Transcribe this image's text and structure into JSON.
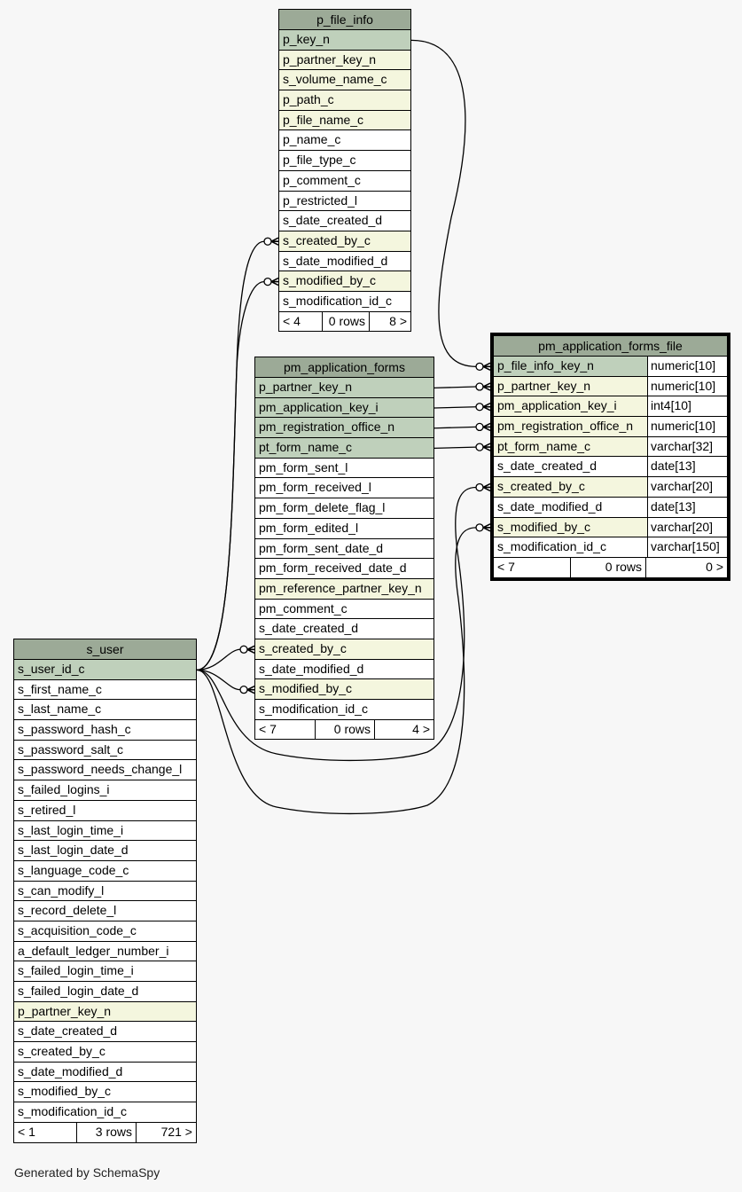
{
  "colors": {
    "background": "#f7f7f7",
    "header": "#9caa97",
    "primary_key": "#bfd0bb",
    "foreign_key": "#f4f6de",
    "plain": "#ffffff",
    "line": "#000000"
  },
  "tables": {
    "p_file_info": {
      "name": "p_file_info",
      "columns": [
        {
          "name": "p_key_n",
          "kind": "pk"
        },
        {
          "name": "p_partner_key_n",
          "kind": "fk"
        },
        {
          "name": "s_volume_name_c",
          "kind": "fk"
        },
        {
          "name": "p_path_c",
          "kind": "fk"
        },
        {
          "name": "p_file_name_c",
          "kind": "fk"
        },
        {
          "name": "p_name_c",
          "kind": "plain"
        },
        {
          "name": "p_file_type_c",
          "kind": "plain"
        },
        {
          "name": "p_comment_c",
          "kind": "plain"
        },
        {
          "name": "p_restricted_l",
          "kind": "plain"
        },
        {
          "name": "s_date_created_d",
          "kind": "plain"
        },
        {
          "name": "s_created_by_c",
          "kind": "fk"
        },
        {
          "name": "s_date_modified_d",
          "kind": "plain"
        },
        {
          "name": "s_modified_by_c",
          "kind": "fk"
        },
        {
          "name": "s_modification_id_c",
          "kind": "plain"
        }
      ],
      "footer": {
        "parents": "< 4",
        "rows": "0 rows",
        "children": "8 >"
      }
    },
    "pm_application_forms": {
      "name": "pm_application_forms",
      "columns": [
        {
          "name": "p_partner_key_n",
          "kind": "pk"
        },
        {
          "name": "pm_application_key_i",
          "kind": "pk"
        },
        {
          "name": "pm_registration_office_n",
          "kind": "pk"
        },
        {
          "name": "pt_form_name_c",
          "kind": "pk"
        },
        {
          "name": "pm_form_sent_l",
          "kind": "plain"
        },
        {
          "name": "pm_form_received_l",
          "kind": "plain"
        },
        {
          "name": "pm_form_delete_flag_l",
          "kind": "plain"
        },
        {
          "name": "pm_form_edited_l",
          "kind": "plain"
        },
        {
          "name": "pm_form_sent_date_d",
          "kind": "plain"
        },
        {
          "name": "pm_form_received_date_d",
          "kind": "plain"
        },
        {
          "name": "pm_reference_partner_key_n",
          "kind": "fk"
        },
        {
          "name": "pm_comment_c",
          "kind": "plain"
        },
        {
          "name": "s_date_created_d",
          "kind": "plain"
        },
        {
          "name": "s_created_by_c",
          "kind": "fk"
        },
        {
          "name": "s_date_modified_d",
          "kind": "plain"
        },
        {
          "name": "s_modified_by_c",
          "kind": "fk"
        },
        {
          "name": "s_modification_id_c",
          "kind": "plain"
        }
      ],
      "footer": {
        "parents": "< 7",
        "rows": "0 rows",
        "children": "4 >"
      }
    },
    "pm_application_forms_file": {
      "name": "pm_application_forms_file",
      "columns": [
        {
          "name": "p_file_info_key_n",
          "type": "numeric[10]",
          "kind": "pk"
        },
        {
          "name": "p_partner_key_n",
          "type": "numeric[10]",
          "kind": "fk"
        },
        {
          "name": "pm_application_key_i",
          "type": "int4[10]",
          "kind": "fk"
        },
        {
          "name": "pm_registration_office_n",
          "type": "numeric[10]",
          "kind": "fk"
        },
        {
          "name": "pt_form_name_c",
          "type": "varchar[32]",
          "kind": "fk"
        },
        {
          "name": "s_date_created_d",
          "type": "date[13]",
          "kind": "plain"
        },
        {
          "name": "s_created_by_c",
          "type": "varchar[20]",
          "kind": "fk"
        },
        {
          "name": "s_date_modified_d",
          "type": "date[13]",
          "kind": "plain"
        },
        {
          "name": "s_modified_by_c",
          "type": "varchar[20]",
          "kind": "fk"
        },
        {
          "name": "s_modification_id_c",
          "type": "varchar[150]",
          "kind": "plain"
        }
      ],
      "footer": {
        "parents": "< 7",
        "rows": "0 rows",
        "children": "0 >"
      }
    },
    "s_user": {
      "name": "s_user",
      "columns": [
        {
          "name": "s_user_id_c",
          "kind": "pk"
        },
        {
          "name": "s_first_name_c",
          "kind": "plain"
        },
        {
          "name": "s_last_name_c",
          "kind": "plain"
        },
        {
          "name": "s_password_hash_c",
          "kind": "plain"
        },
        {
          "name": "s_password_salt_c",
          "kind": "plain"
        },
        {
          "name": "s_password_needs_change_l",
          "kind": "plain"
        },
        {
          "name": "s_failed_logins_i",
          "kind": "plain"
        },
        {
          "name": "s_retired_l",
          "kind": "plain"
        },
        {
          "name": "s_last_login_time_i",
          "kind": "plain"
        },
        {
          "name": "s_last_login_date_d",
          "kind": "plain"
        },
        {
          "name": "s_language_code_c",
          "kind": "plain"
        },
        {
          "name": "s_can_modify_l",
          "kind": "plain"
        },
        {
          "name": "s_record_delete_l",
          "kind": "plain"
        },
        {
          "name": "s_acquisition_code_c",
          "kind": "plain"
        },
        {
          "name": "a_default_ledger_number_i",
          "kind": "plain"
        },
        {
          "name": "s_failed_login_time_i",
          "kind": "plain"
        },
        {
          "name": "s_failed_login_date_d",
          "kind": "plain"
        },
        {
          "name": "p_partner_key_n",
          "kind": "fk"
        },
        {
          "name": "s_date_created_d",
          "kind": "plain"
        },
        {
          "name": "s_created_by_c",
          "kind": "plain"
        },
        {
          "name": "s_date_modified_d",
          "kind": "plain"
        },
        {
          "name": "s_modified_by_c",
          "kind": "plain"
        },
        {
          "name": "s_modification_id_c",
          "kind": "plain"
        }
      ],
      "footer": {
        "parents": "< 1",
        "rows": "3 rows",
        "children": "721 >"
      }
    }
  },
  "relationships": [
    {
      "from": "p_file_info.p_key_n",
      "to": "pm_application_forms_file.p_file_info_key_n"
    },
    {
      "from": "pm_application_forms.p_partner_key_n",
      "to": "pm_application_forms_file.p_partner_key_n"
    },
    {
      "from": "pm_application_forms.pm_application_key_i",
      "to": "pm_application_forms_file.pm_application_key_i"
    },
    {
      "from": "pm_application_forms.pm_registration_office_n",
      "to": "pm_application_forms_file.pm_registration_office_n"
    },
    {
      "from": "pm_application_forms.pt_form_name_c",
      "to": "pm_application_forms_file.pt_form_name_c"
    },
    {
      "from": "s_user.s_user_id_c",
      "to": "p_file_info.s_created_by_c"
    },
    {
      "from": "s_user.s_user_id_c",
      "to": "p_file_info.s_modified_by_c"
    },
    {
      "from": "s_user.s_user_id_c",
      "to": "pm_application_forms.s_created_by_c"
    },
    {
      "from": "s_user.s_user_id_c",
      "to": "pm_application_forms.s_modified_by_c"
    },
    {
      "from": "s_user.s_user_id_c",
      "to": "pm_application_forms_file.s_created_by_c"
    },
    {
      "from": "s_user.s_user_id_c",
      "to": "pm_application_forms_file.s_modified_by_c"
    }
  ],
  "footer_note": "Generated by SchemaSpy"
}
